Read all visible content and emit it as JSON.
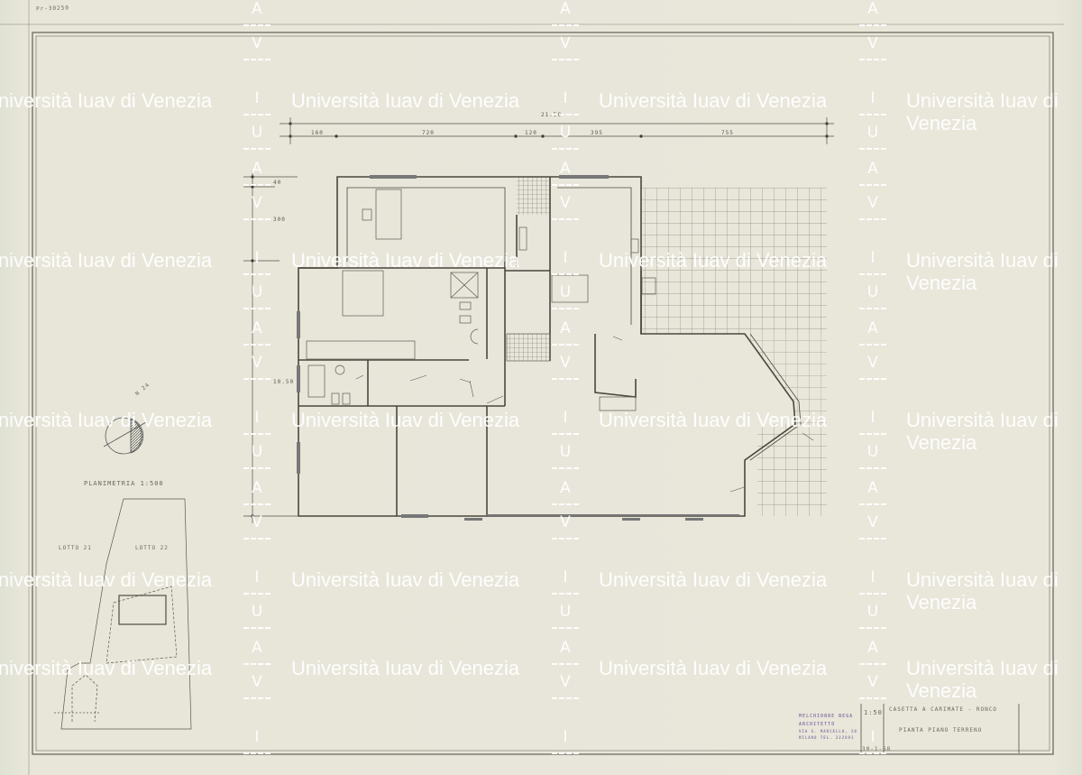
{
  "sheet": {
    "archive_code": "Pr-30250",
    "site_plan_title": "PLANIMETRIA 1:500",
    "lot_left": "LOTTO 21",
    "lot_right": "LOTTO 22",
    "compass_label": "N 24"
  },
  "dimensions": {
    "total_width": "21.50",
    "segments": [
      "160",
      "720",
      "120",
      "395",
      "755"
    ],
    "left_segments": [
      "40",
      "300",
      "10.50"
    ]
  },
  "title_block": {
    "architect_name": "MELCHIORRE BEGA",
    "architect_title": "ARCHITETTO",
    "address_line1": "VIA S. MARCELLO, 20",
    "address_line2": "MILANO TEL. 222891",
    "scale": "1:50",
    "date": "30-1-68",
    "project": "CASETTA A CARIMATE - RONCO",
    "drawing": "PIANTA PIANO TERRENO"
  },
  "watermark": {
    "text": "Università Iuav di Venezia",
    "letters": [
      "I",
      "U",
      "A",
      "V"
    ]
  }
}
